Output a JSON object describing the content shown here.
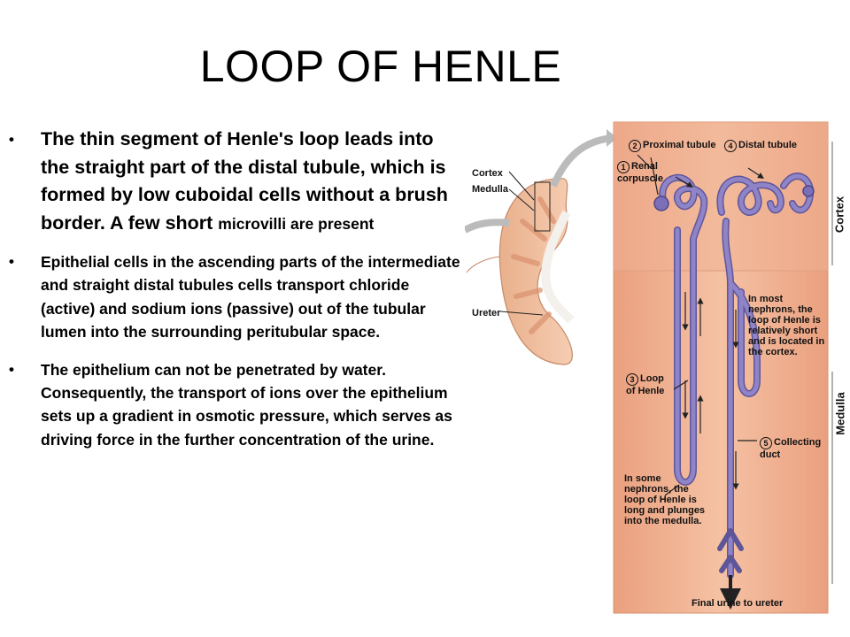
{
  "title": "LOOP OF HENLE",
  "bullets": [
    {
      "text": "The thin segment of Henle's loop leads into the straight part of the distal tubule, which is formed by low cuboidal cells without a brush border. A few short ",
      "text_small": "microvilli are present"
    },
    {
      "text": " Epithelial cells in the ascending parts of the intermediate and straight distal tubules cells transport chloride (active) and sodium ions (passive) out of the tubular lumen into the surrounding peritubular space."
    },
    {
      "text": " The epithelium can not be penetrated by water. Consequently, the transport of ions over the epithelium sets up a gradient in osmotic pressure, which serves as driving force in the further concentration of the urine."
    }
  ],
  "bullet_symbol": "•",
  "diagram": {
    "kidney_labels": {
      "cortex": "Cortex",
      "medulla": "Medulla",
      "ureter": "Ureter"
    },
    "zone_labels": {
      "cortex": "Cortex",
      "medulla": "Medulla"
    },
    "structures": {
      "proximal_tubule": {
        "number": "2",
        "label": "Proximal tubule"
      },
      "distal_tubule": {
        "number": "4",
        "label": "Distal tubule"
      },
      "renal_corpuscle": {
        "number": "1",
        "label": "Renal corpuscle"
      },
      "loop_of_henle": {
        "number": "3",
        "label": "Loop of Henle"
      },
      "collecting_duct": {
        "number": "5",
        "label": "Collecting duct"
      }
    },
    "notes": {
      "short_loop": "In most nephrons, the loop of Henle is relatively short and is located in the cortex.",
      "long_loop": "In some nephrons, the loop of Henle is long and plunges into the medulla."
    },
    "output_label": "Final urine to ureter",
    "colors": {
      "cortex_tissue": "#f2b79a",
      "medulla_tissue": "#f5c4a8",
      "tubule": "#8f84c8",
      "tubule_dark": "#5f5699"
    }
  }
}
